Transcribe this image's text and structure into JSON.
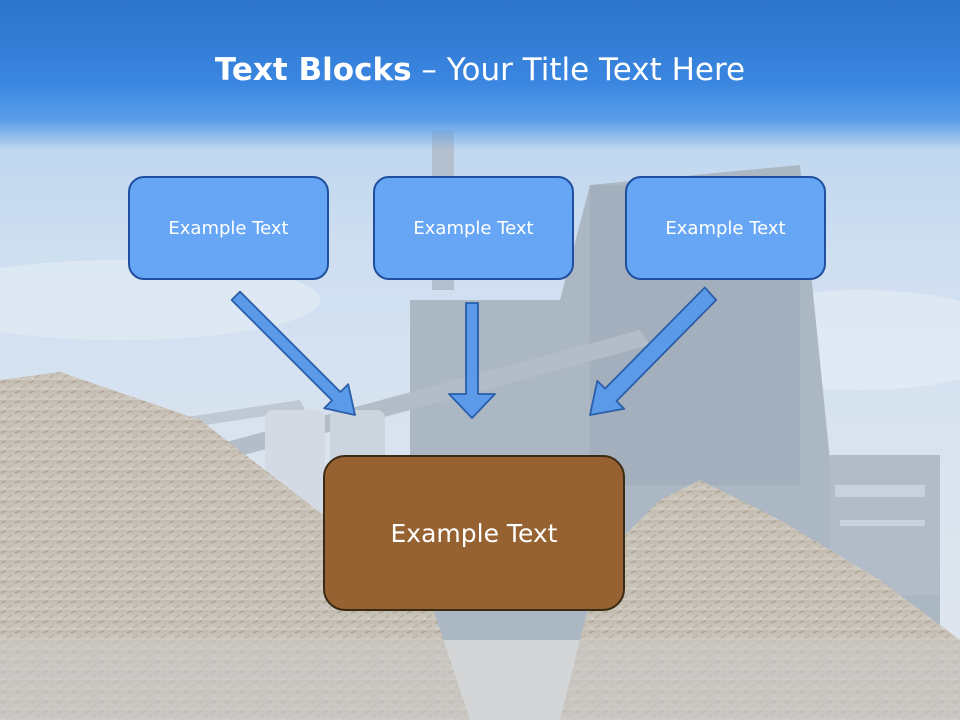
{
  "slide": {
    "title_bold": "Text Blocks",
    "title_dash": " – ",
    "title_rest": "Your Title Text Here",
    "top_boxes": [
      {
        "label": "Example Text"
      },
      {
        "label": "Example Text"
      },
      {
        "label": "Example Text"
      }
    ],
    "main_box": {
      "label": "Example Text"
    }
  },
  "colors": {
    "top_box_fill": "#66a6f5",
    "main_box_fill": "#966232",
    "arrow_fill": "#5a9ae8",
    "arrow_stroke": "#2a5ea8"
  }
}
